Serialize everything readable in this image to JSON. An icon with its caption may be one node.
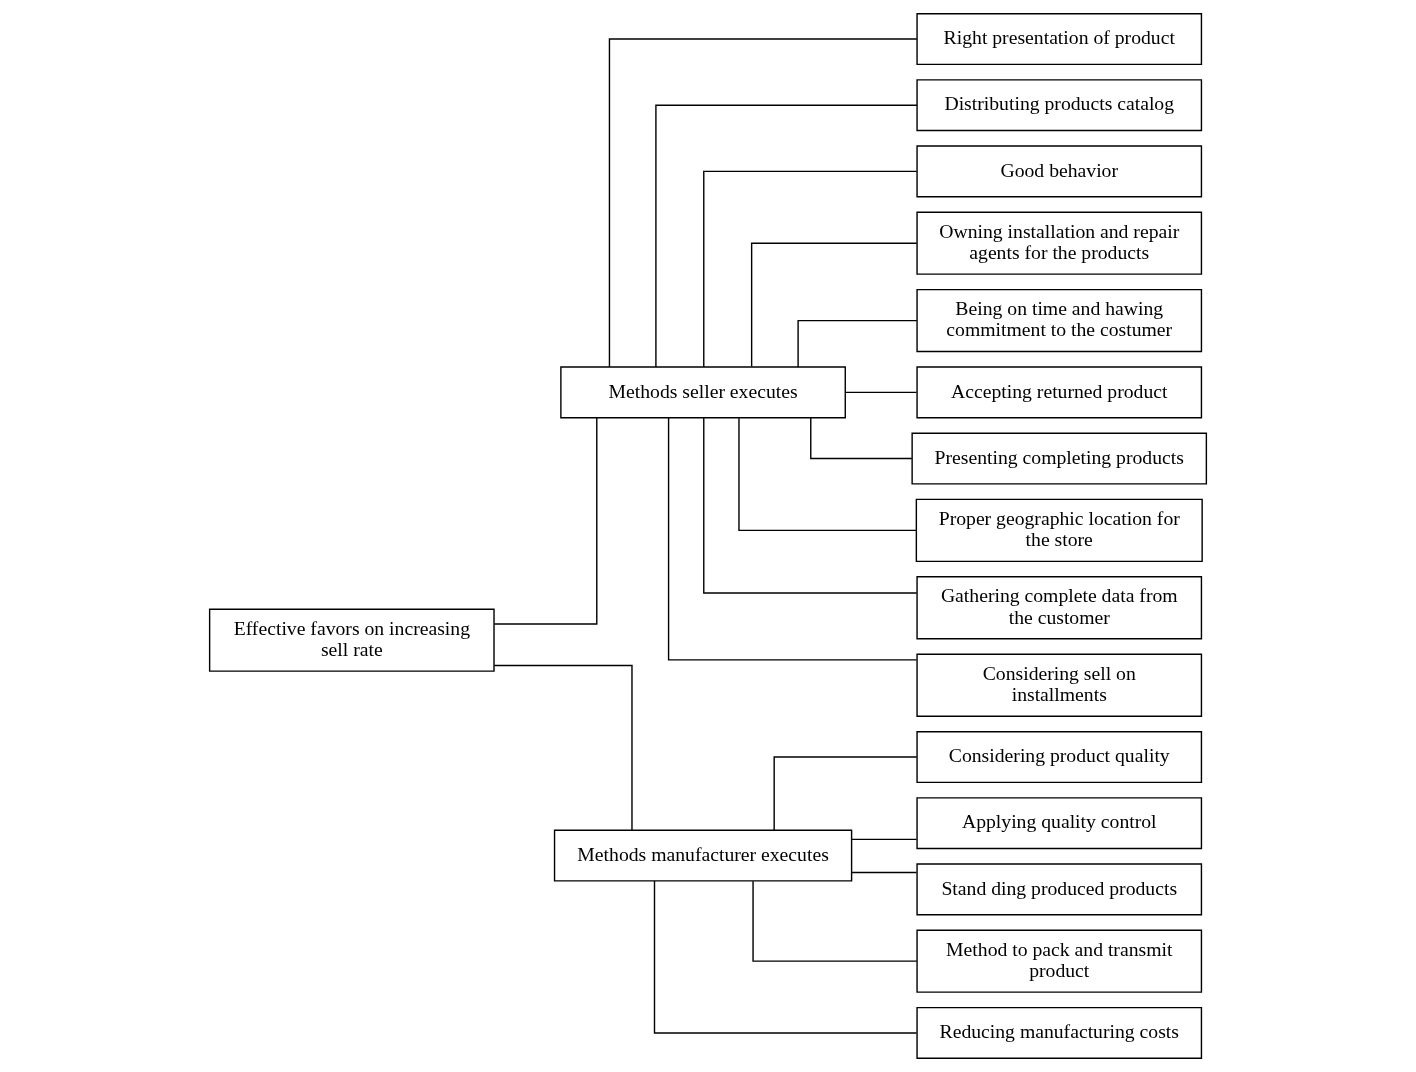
{
  "diagram": {
    "nodes": [
      {
        "text": [
          "Effective favors on increasing sell rate"
        ]
      },
      {
        "text": [
          "Methods seller executes"
        ]
      },
      {
        "text": [
          "Methods manufacturer executes"
        ]
      },
      {
        "text": [
          "Right presentation of product"
        ]
      },
      {
        "text": [
          "Distributing products catalog"
        ]
      },
      {
        "text": [
          "Good behavior"
        ]
      },
      {
        "text": [
          "Owning installation and repair agents for the products"
        ]
      },
      {
        "text": [
          "Being on time and hawing commitment to the costumer"
        ]
      },
      {
        "text": [
          "Accepting returned product"
        ]
      },
      {
        "text": [
          "Presenting completing products"
        ]
      },
      {
        "text": [
          "Proper geographic location for the store"
        ]
      },
      {
        "text": [
          "Gathering complete data from the customer"
        ]
      },
      {
        "text": [
          "Considering sell on installments"
        ]
      },
      {
        "text": [
          "Considering product quality"
        ]
      },
      {
        "text": [
          "Applying quality control"
        ]
      },
      {
        "text": [
          "Stand ding produced products"
        ]
      },
      {
        "text": [
          "Method to pack and transmit product"
        ]
      },
      {
        "text": [
          "Reducing manufacturing costs"
        ]
      }
    ],
    "edges": [
      {
        "from": 0,
        "to": 1,
        "arrow": "none"
      },
      {
        "from": 0,
        "to": 2,
        "arrow": "none"
      },
      {
        "from": 1,
        "to": 3,
        "arrow": "none"
      },
      {
        "from": 1,
        "to": 4,
        "arrow": "none"
      },
      {
        "from": 1,
        "to": 5,
        "arrow": "none"
      },
      {
        "from": 1,
        "to": 6,
        "arrow": "none"
      },
      {
        "from": 1,
        "to": 7,
        "arrow": "none"
      },
      {
        "from": 1,
        "to": 8,
        "arrow": "none"
      },
      {
        "from": 1,
        "to": 9,
        "arrow": "none"
      },
      {
        "from": 1,
        "to": 10,
        "arrow": "none"
      },
      {
        "from": 1,
        "to": 11,
        "arrow": "none"
      },
      {
        "from": 1,
        "to": 12,
        "arrow": "none"
      },
      {
        "from": 2,
        "to": 13,
        "arrow": "none"
      },
      {
        "from": 2,
        "to": 14,
        "arrow": "none"
      },
      {
        "from": 2,
        "to": 15,
        "arrow": "none"
      },
      {
        "from": 2,
        "to": 16,
        "arrow": "none"
      },
      {
        "from": 2,
        "to": 17,
        "arrow": "none"
      }
    ]
  }
}
